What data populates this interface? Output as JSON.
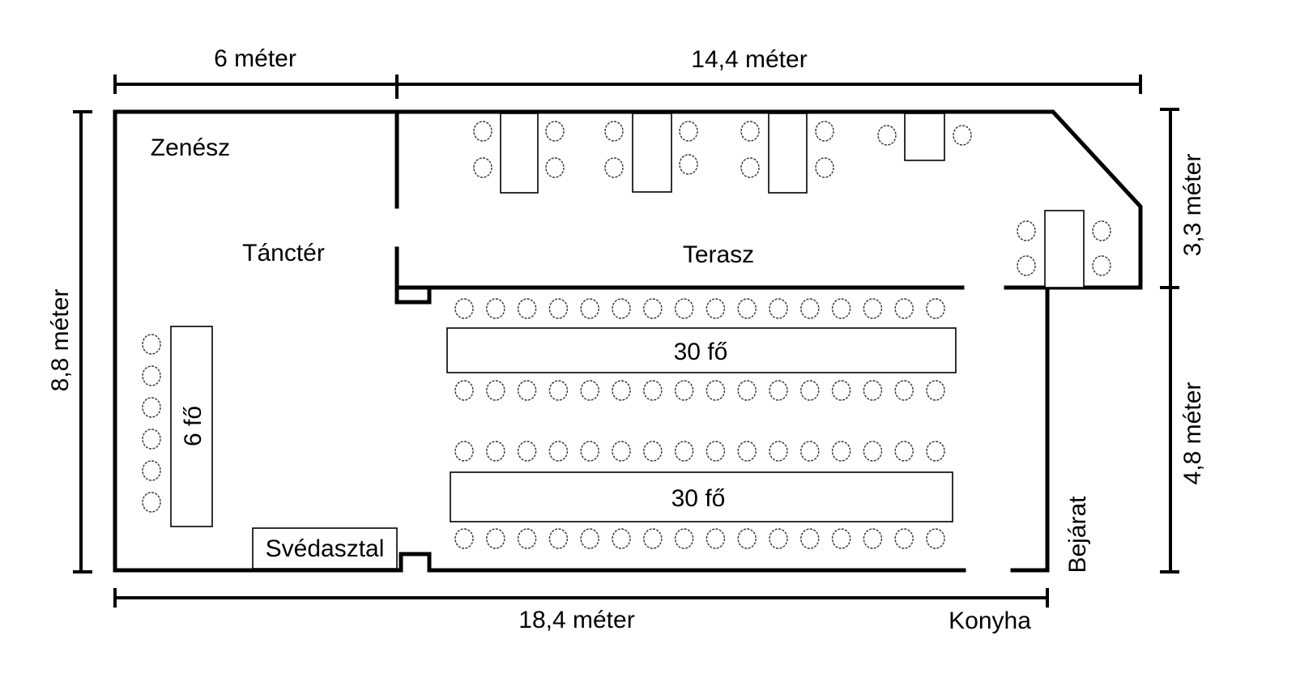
{
  "dimensions": {
    "top_left": "6 méter",
    "top_right": "14,4 méter",
    "left": "8,8 méter",
    "right_top": "3,3 méter",
    "right_bottom": "4,8 méter",
    "bottom": "18,4 méter"
  },
  "areas": {
    "musician": "Zenész",
    "dance_floor": "Tánctér",
    "terrace": "Terasz",
    "entrance": "Bejárat",
    "kitchen": "Konyha",
    "buffet": "Svédasztal"
  },
  "tables": {
    "side_table": "6 fő",
    "long_table_1": "30 fő",
    "long_table_2": "30 fő"
  },
  "chair_counts": {
    "long_row": 16,
    "side_table": 6
  },
  "colors": {
    "line": "#000000",
    "background": "#ffffff"
  }
}
